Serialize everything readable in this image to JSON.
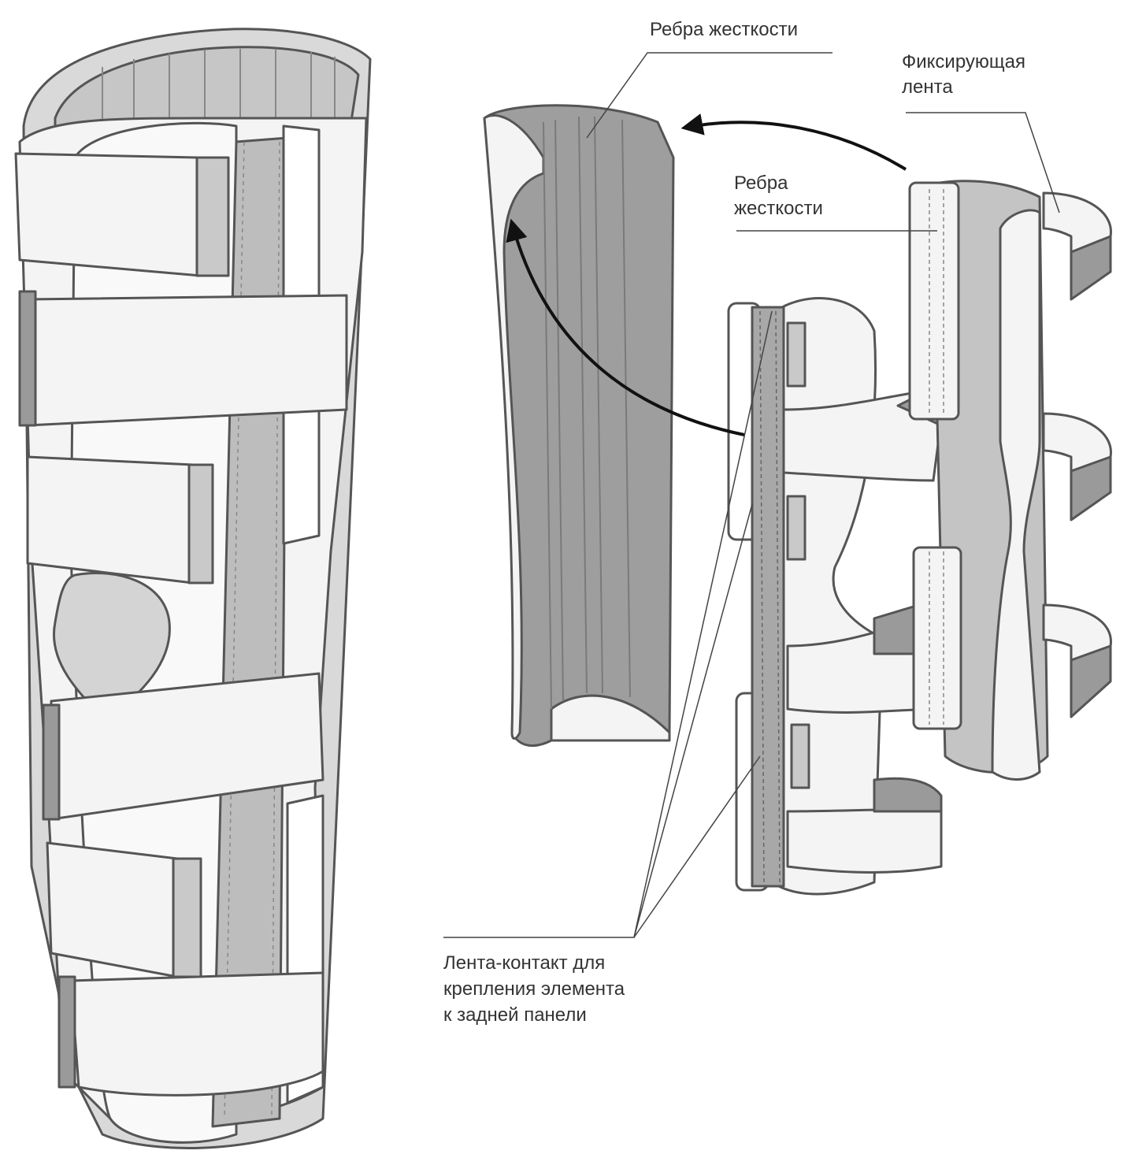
{
  "labels": {
    "ribs_top": "Ребра жесткости",
    "fixing_strap_line1": "Фиксирующая",
    "fixing_strap_line2": "лента",
    "ribs_mid_line1": "Ребра",
    "ribs_mid_line2": "жесткости",
    "contact_line1": "Лента-контакт для",
    "contact_line2": "крепления элемента",
    "contact_line3": "к задней панели"
  },
  "colors": {
    "outline": "#555555",
    "fill_light": "#f4f4f4",
    "fill_mid": "#c9c9c9",
    "fill_dark": "#9a9a9a",
    "text": "#333333",
    "arrow": "#111111"
  }
}
